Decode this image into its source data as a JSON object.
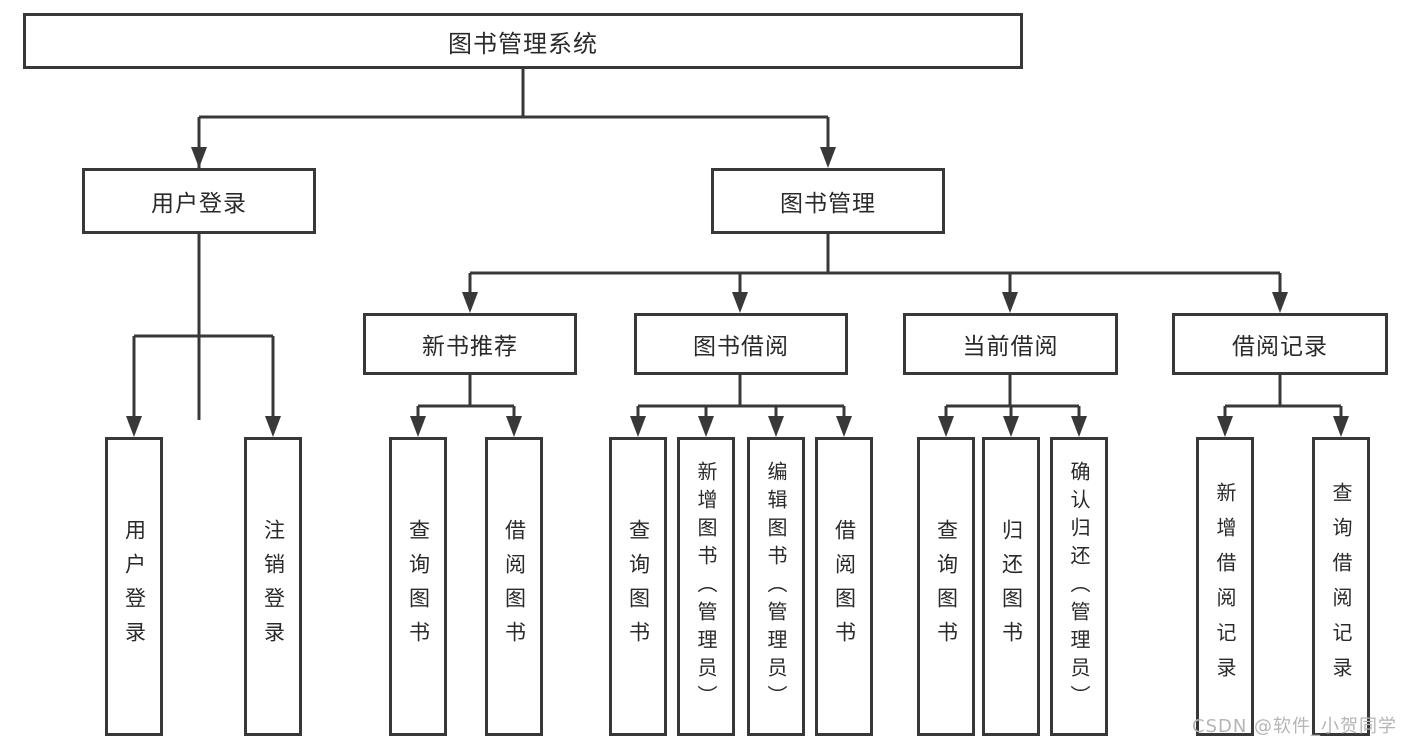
{
  "diagram": {
    "title": "图书管理系统",
    "tree": {
      "root": {
        "label": "图书管理系统"
      },
      "branches": [
        {
          "label": "用户登录",
          "children": [
            {
              "label": "用户登录"
            },
            {
              "label": "注销登录"
            }
          ]
        },
        {
          "label": "图书管理",
          "children": [
            {
              "label": "新书推荐",
              "children": [
                {
                  "label": "查询图书"
                },
                {
                  "label": "借阅图书"
                }
              ]
            },
            {
              "label": "图书借阅",
              "children": [
                {
                  "label": "查询图书"
                },
                {
                  "label": "新增图书（管理员）"
                },
                {
                  "label": "编辑图书（管理员）"
                },
                {
                  "label": "借阅图书"
                }
              ]
            },
            {
              "label": "当前借阅",
              "children": [
                {
                  "label": "查询图书"
                },
                {
                  "label": "归还图书"
                },
                {
                  "label": "确认归还（管理员）"
                }
              ]
            },
            {
              "label": "借阅记录",
              "children": [
                {
                  "label": "新增借阅记录"
                },
                {
                  "label": "查询借阅记录"
                }
              ]
            }
          ]
        }
      ]
    },
    "colors": {
      "line": "#383838",
      "box_border": "#383838",
      "box_fill": "#ffffff",
      "text": "#2a2a2a",
      "watermark": "#b5b5b5",
      "background": "#ffffff"
    }
  },
  "watermark": {
    "text": "CSDN @软件_小贺同学"
  }
}
